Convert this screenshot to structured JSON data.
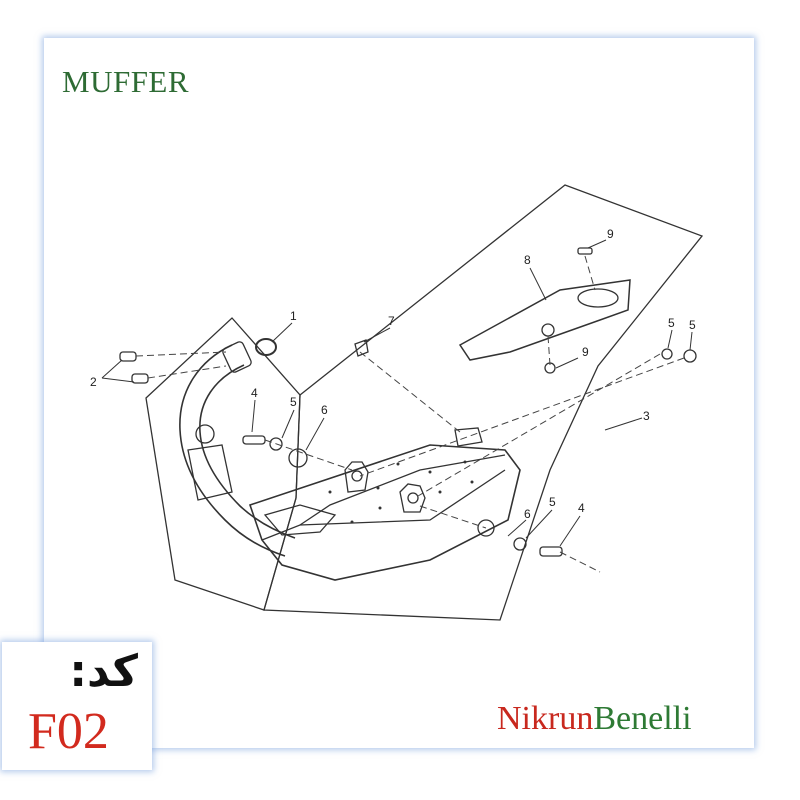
{
  "title": "MUFFER",
  "code": {
    "label": "کد:",
    "value": "F02"
  },
  "brand": {
    "part1": "Nikrun",
    "part2": "Benelli"
  },
  "callouts": [
    "1",
    "2",
    "3",
    "4",
    "5",
    "6",
    "7",
    "8",
    "9",
    "9",
    "4",
    "5",
    "6",
    "5",
    "5"
  ]
}
